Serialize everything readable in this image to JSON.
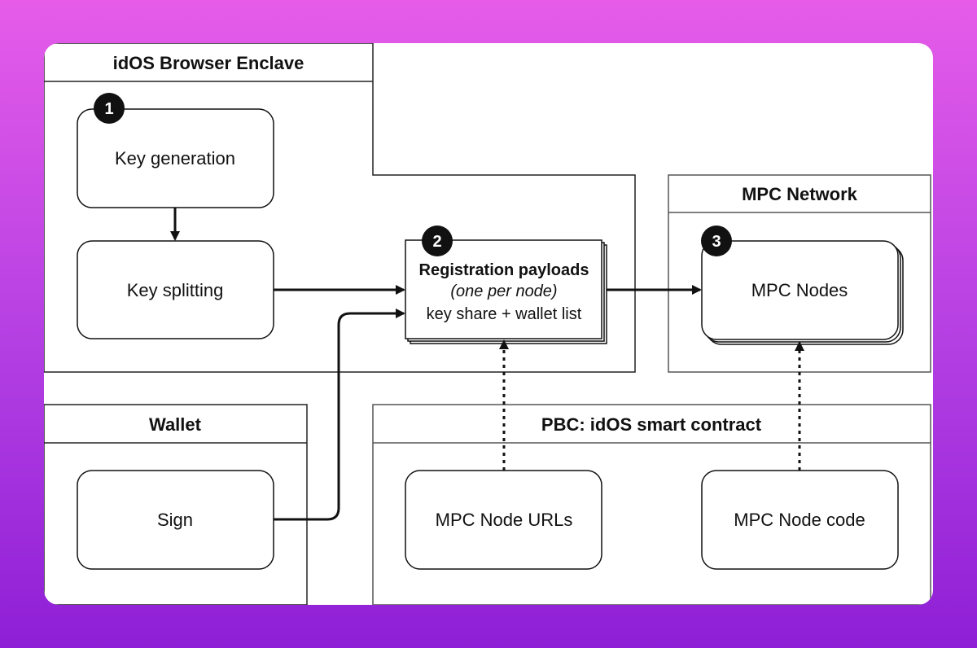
{
  "containers": {
    "enclave_title": "idOS Browser Enclave",
    "network_title": "MPC Network",
    "wallet_title": "Wallet",
    "contract_title": "PBC: idOS smart contract"
  },
  "nodes": {
    "key_generation": "Key generation",
    "key_splitting": "Key splitting",
    "payload_title": "Registration payloads",
    "payload_sub": "(one per node)",
    "payload_detail": "key share + wallet list",
    "mpc_nodes": "MPC Nodes",
    "sign": "Sign",
    "node_urls": "MPC Node URLs",
    "node_code": "MPC Node code"
  },
  "badges": {
    "step1": "1",
    "step2": "2",
    "step3": "3"
  },
  "colors": {
    "line": "#111111",
    "container_stroke": "#555555",
    "badge": "#111111"
  }
}
